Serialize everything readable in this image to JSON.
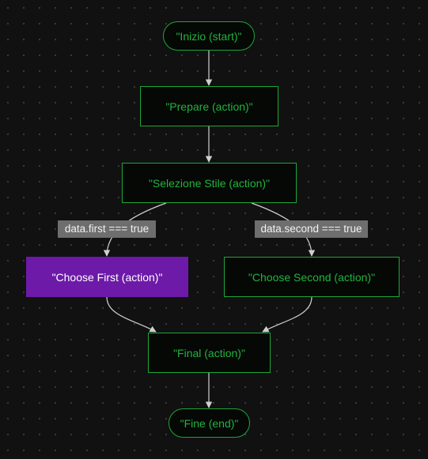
{
  "diagram": {
    "nodes": {
      "start": "\"Inizio (start)\"",
      "prepare": "\"Prepare (action)\"",
      "select_style": "\"Selezione Stile (action)\"",
      "choose_first": "\"Choose First (action)\"",
      "choose_second": "\"Choose Second (action)\"",
      "final": "\"Final (action)\"",
      "end": "\"Fine (end)\""
    },
    "edge_labels": {
      "first": "data.first === true",
      "second": "data.second === true"
    },
    "selected_node": "choose_first",
    "colors": {
      "background": "#111111",
      "node_border": "#1fa53a",
      "node_text": "#22b33f",
      "selected_fill": "#6d1aa8",
      "edge": "#d0d0d0",
      "edge_label_bg": "#6e6e6e"
    }
  }
}
